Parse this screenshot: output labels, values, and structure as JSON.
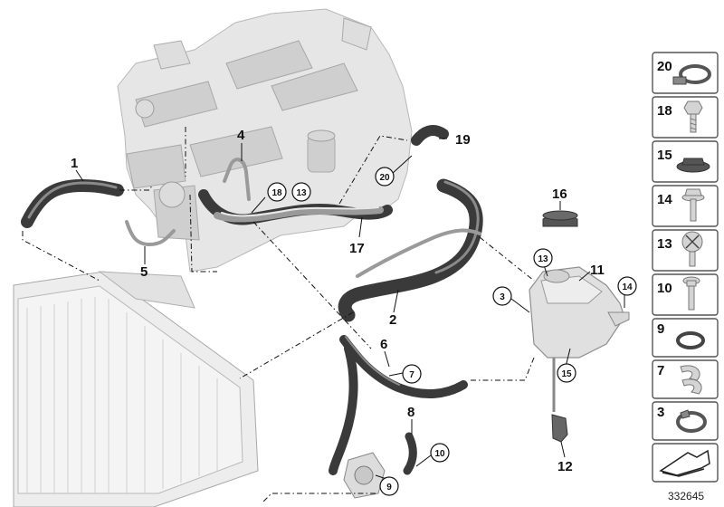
{
  "callouts": [
    {
      "label": "1",
      "circled": false
    },
    {
      "label": "2",
      "circled": false
    },
    {
      "label": "3",
      "circled": true
    },
    {
      "label": "4",
      "circled": false
    },
    {
      "label": "5",
      "circled": false
    },
    {
      "label": "6",
      "circled": false
    },
    {
      "label": "7",
      "circled": true
    },
    {
      "label": "8",
      "circled": false
    },
    {
      "label": "9",
      "circled": true
    },
    {
      "label": "10",
      "circled": true
    },
    {
      "label": "11",
      "circled": false
    },
    {
      "label": "12",
      "circled": false
    },
    {
      "label": "13",
      "circled": true
    },
    {
      "label": "13",
      "circled": true
    },
    {
      "label": "14",
      "circled": true
    },
    {
      "label": "15",
      "circled": true
    },
    {
      "label": "16",
      "circled": false
    },
    {
      "label": "17",
      "circled": false
    },
    {
      "label": "18",
      "circled": true
    },
    {
      "label": "19",
      "circled": false
    },
    {
      "label": "20",
      "circled": true
    }
  ],
  "legend": [
    {
      "label": "20",
      "icon": "hose-clamp-icon"
    },
    {
      "label": "18",
      "icon": "bolt-icon"
    },
    {
      "label": "15",
      "icon": "collar-nut-icon"
    },
    {
      "label": "14",
      "icon": "flange-bolt-icon"
    },
    {
      "label": "13",
      "icon": "expansion-rivet-icon"
    },
    {
      "label": "10",
      "icon": "torx-screw-icon"
    },
    {
      "label": "9",
      "icon": "o-ring-icon"
    },
    {
      "label": "7",
      "icon": "holder-clip-icon"
    },
    {
      "label": "3",
      "icon": "spring-band-clamp-icon"
    }
  ],
  "legend_footer_icon": "direction-arrow-icon",
  "reference_number": "332645"
}
